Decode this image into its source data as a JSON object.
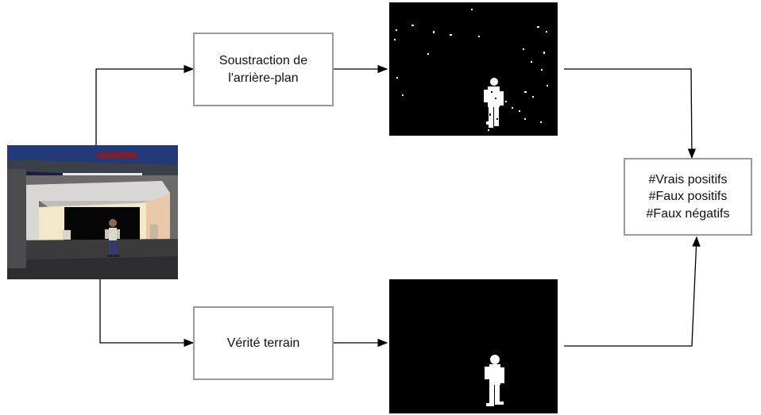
{
  "boxes": {
    "background_subtraction": {
      "line1": "Soustraction de",
      "line2": "l'arrière-plan"
    },
    "ground_truth": {
      "label": "Vérité terrain"
    },
    "metrics": {
      "line1": "#Vrais positifs",
      "line2": "#Faux positifs",
      "line3": "#Faux négatifs"
    }
  },
  "colors": {
    "box_border": "#9a9a9a",
    "arrow": "#000000",
    "mask_bg": "#000000",
    "mask_fg": "#ffffff"
  }
}
